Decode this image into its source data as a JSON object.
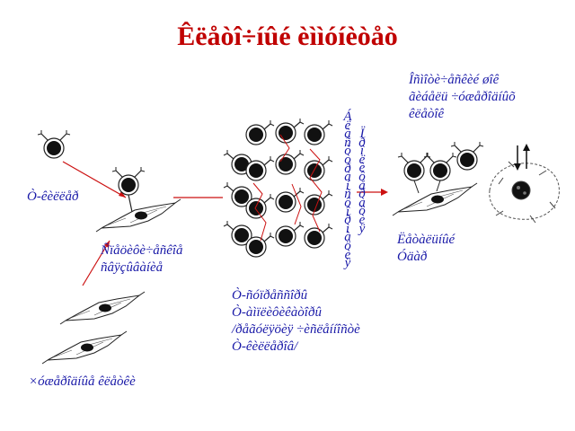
{
  "title": "Êëåòî÷íûé èììóíèòåò",
  "labels": {
    "t_killer": "Ò-êèëëåð",
    "antigen_presenting": [
      "Ñïåöèôè÷åñêîå",
      "ñâÿçûâàíèå"
    ],
    "target_cells": "×óæåðîäíûå êëåòêè",
    "t_subsets": [
      "Ò-ñóïðåññîðû",
      "Ò-àìïëèôèêàòîðû",
      "/ðåãóëÿöèÿ ÷èñëåííîñòè",
      "Ò-êèëëåðîâ/"
    ],
    "lethal_hit": [
      "Ëåòàëüíûé",
      "Óäàð"
    ],
    "perforin_note": [
      "Îñìîòè÷åñêèé øîê",
      "ãèáåëü ÷óæåðîäíûõ",
      "êëåòîê"
    ]
  },
  "vertical_labels": {
    "proliferation": "Áëàñòòðàíñôîðìàöèÿ",
    "differentiation": "Ïðîëèôåðàöèÿ"
  },
  "colors": {
    "title": "#c00000",
    "label": "#1a1aa8",
    "arrow": "#cc1111",
    "cell_fill": "#111111"
  }
}
